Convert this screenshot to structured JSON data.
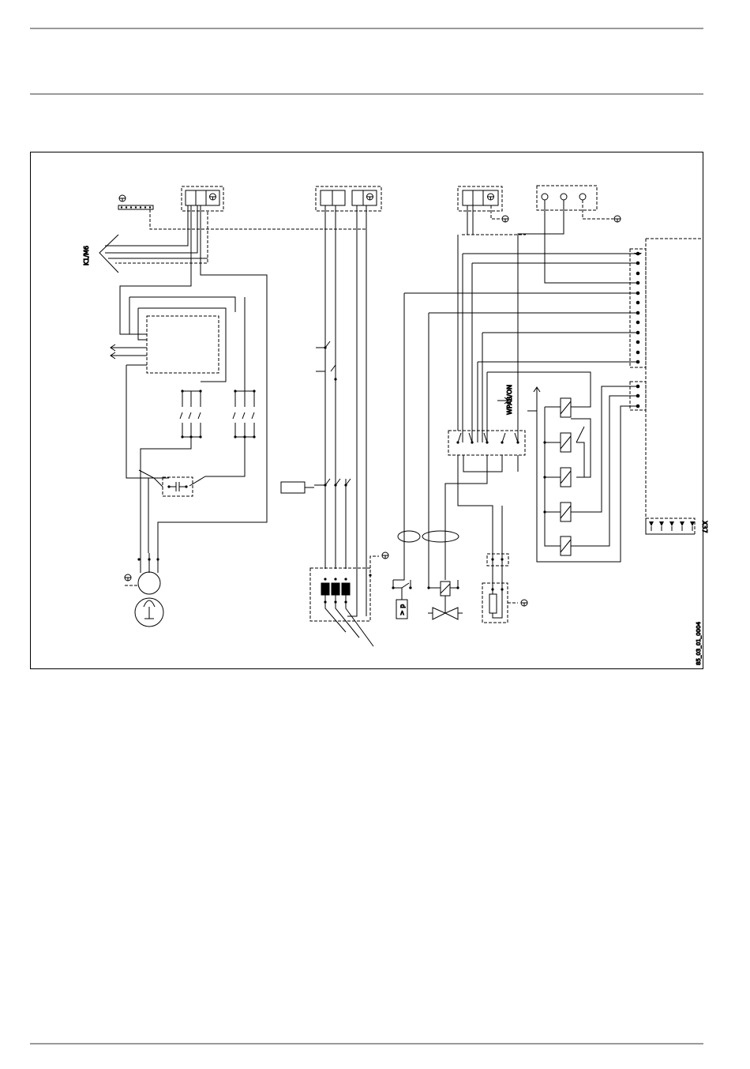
{
  "labels": {
    "k1_m6": "K1/M6",
    "wpab_on": "WPAB/ON",
    "x37": "X37",
    "pressure_switch": "> p",
    "drawing_code": "85_03_01_0004"
  },
  "icons": [
    "earth-ground-icon",
    "compressor-motor-icon",
    "solenoid-valve-icon",
    "relay-coil-icon",
    "contact-switch-icon"
  ],
  "colors": {
    "line": "#000000",
    "page_rule": "#9a9a9a",
    "background": "#ffffff"
  }
}
